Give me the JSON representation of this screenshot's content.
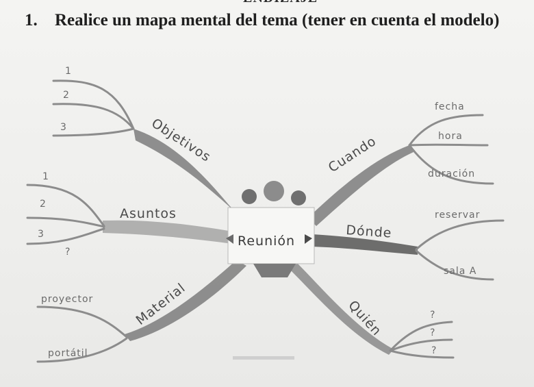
{
  "header": {
    "top_fragment": "ENDIZAJE",
    "question_number": "1.",
    "question_text": "Realice un mapa mental del tema (tener en cuenta el modelo)"
  },
  "mind_map": {
    "center": "Reunión",
    "branches": {
      "objetivos": {
        "label": "Objetivos",
        "leaves": [
          "1",
          "2",
          "3"
        ]
      },
      "asuntos": {
        "label": "Asuntos",
        "leaves": [
          "1",
          "2",
          "3",
          "?"
        ]
      },
      "material": {
        "label": "Material",
        "leaves": [
          "proyector",
          "portátil"
        ]
      },
      "cuando": {
        "label": "Cuando",
        "leaves": [
          "fecha",
          "hora",
          "duración"
        ]
      },
      "donde": {
        "label": "Dónde",
        "leaves": [
          "reservar",
          "sala A"
        ]
      },
      "quien": {
        "label": "Quién",
        "leaves": [
          "?",
          "?",
          "?"
        ]
      }
    }
  },
  "colors": {
    "branch": "#7d7d7d",
    "branch_light": "#a9a9a9",
    "center_box": "#f7f7f5",
    "ink": "#1f1f1f"
  }
}
